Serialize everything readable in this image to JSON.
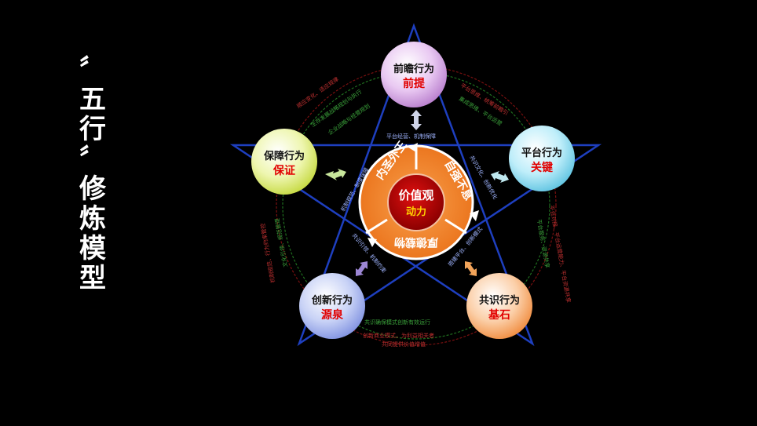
{
  "title_chars": [
    "〞",
    "五",
    "行",
    "〞",
    "修",
    "炼",
    "模",
    "型"
  ],
  "nodes": {
    "top": {
      "title": "前瞻行为",
      "sub": "前提"
    },
    "right": {
      "title": "平台行为",
      "sub": "关键"
    },
    "brtm": {
      "title": "共识行为",
      "sub": "基石"
    },
    "bltm": {
      "title": "创新行为",
      "sub": "源泉"
    },
    "left": {
      "title": "保障行为",
      "sub": "保证"
    }
  },
  "center": {
    "title": "价值观",
    "sub": "动力"
  },
  "ring": {
    "seg1": "内圣外王",
    "seg2": "自强不息",
    "seg3": "厚德载物"
  },
  "inner_notes": {
    "top": "平台经营、机制保障",
    "right": "共识文化、创新优化",
    "brtm": "搭建平台、创新模式",
    "bltm": "共识引领、机制约束",
    "left": "机制规范、制度保障"
  },
  "outer_notes": {
    "top_left": "顺应变化、适应规律",
    "top_left_b": "生存发展战略规划与执行",
    "top_left_c": "企业战略与经营规划",
    "top_right": "平台思维、统筹前瞻引",
    "top_right_b": "集成思维、平台运营",
    "right_a": "平台对接、平台运营能力、平台资源共享",
    "right_b": "平台服务、资源共享",
    "bottom_a": "共识确保模式创新有效运行",
    "bottom_b": "创新商业模式，为利益相关者",
    "bottom_c": "共同提供价值增值",
    "left_a": "机制规范、行为约束管控",
    "left_b": "文化引领、规范管理"
  },
  "colors": {
    "star": "#1e3fbf",
    "ring_orange": "#f07a1e",
    "center_red": "#c00000",
    "top_node": "#d9a6e6",
    "right_node": "#9fe0f0",
    "brtm_node": "#f7b07a",
    "bltm_node": "#a9b8ee",
    "left_node": "#e4f07a"
  }
}
